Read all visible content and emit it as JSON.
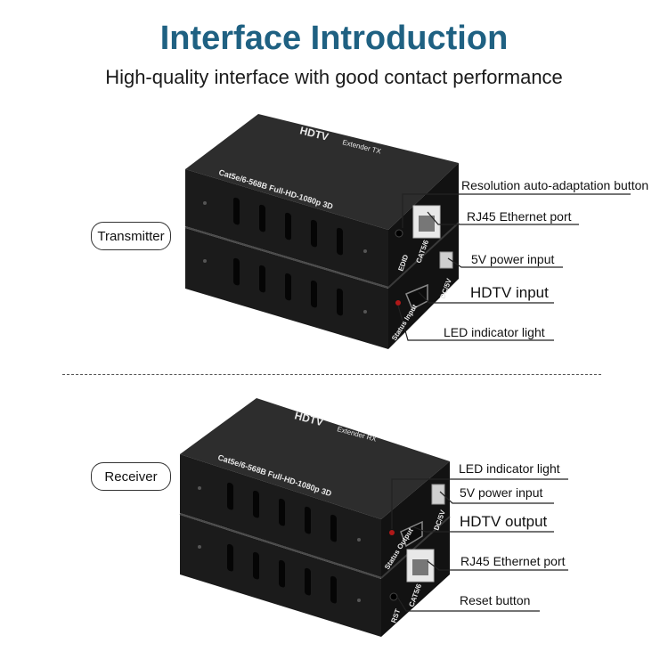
{
  "header": {
    "title": "Interface Introduction",
    "subtitle": "High-quality interface with good contact performance"
  },
  "transmitter": {
    "badge": "Transmitter",
    "top_print": "HDTV",
    "top_print_small": "Extender   TX",
    "side_print": "Cat5e/6-568B Full-HD-1080p 3D",
    "port_marks": [
      "EDID",
      "CAT5/6",
      "DC/5V",
      "Status Input"
    ],
    "callouts": [
      "Resolution auto-adaptation button",
      "RJ45 Ethernet port",
      "5V power input",
      "HDTV input",
      "LED indicator light"
    ]
  },
  "receiver": {
    "badge": "Receiver",
    "top_print": "HDTV",
    "top_print_small": "Extender   RX",
    "side_print": "Cat5e/6-568B Full-HD-1080p 3D",
    "port_marks": [
      "DC/5V",
      "Status Output",
      "CAT5/6",
      "RST"
    ],
    "callouts": [
      "LED indicator light",
      "5V power input",
      "HDTV output",
      "RJ45 Ethernet port",
      "Reset button"
    ]
  }
}
